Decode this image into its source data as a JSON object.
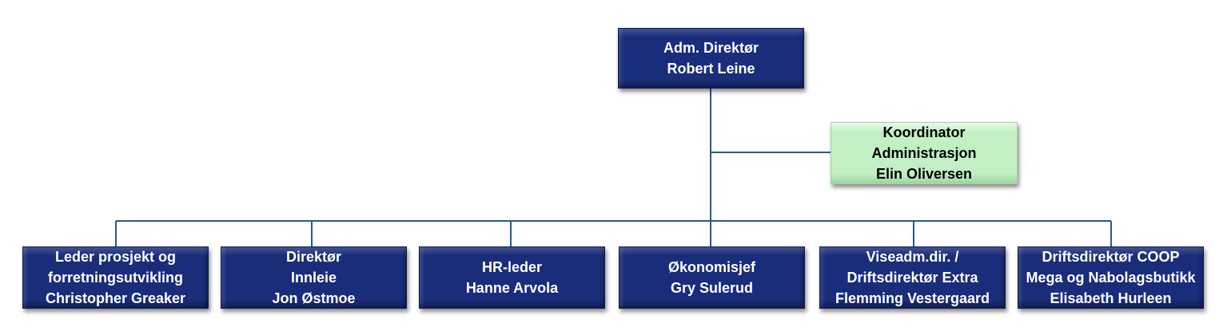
{
  "colors": {
    "dark_box": "#1a2d7a",
    "light_box": "#c2f0c4",
    "connector": "#2a5a8a"
  },
  "root": {
    "title": "Adm. Direktør",
    "name": "Robert Leine"
  },
  "staff": {
    "line1": "Koordinator",
    "line2": "Administrasjon",
    "line3": "Elin Oliversen"
  },
  "reports": [
    {
      "line1": "Leder prosjekt og",
      "line2": "forretningsutvikling",
      "line3": "Christopher Greaker"
    },
    {
      "line1": "Direktør",
      "line2": "Innleie",
      "line3": "Jon Østmoe"
    },
    {
      "line1": "HR-leder",
      "line2": "Hanne Arvola"
    },
    {
      "line1": "Økonomisjef",
      "line2": "Gry Sulerud"
    },
    {
      "line1": "Viseadm.dir. /",
      "line2": "Driftsdirektør Extra",
      "line3": "Flemming Vestergaard"
    },
    {
      "line1": "Driftsdirektør COOP",
      "line2": "Mega og Nabolagsbutikk",
      "line3": "Elisabeth Hurleen"
    }
  ]
}
